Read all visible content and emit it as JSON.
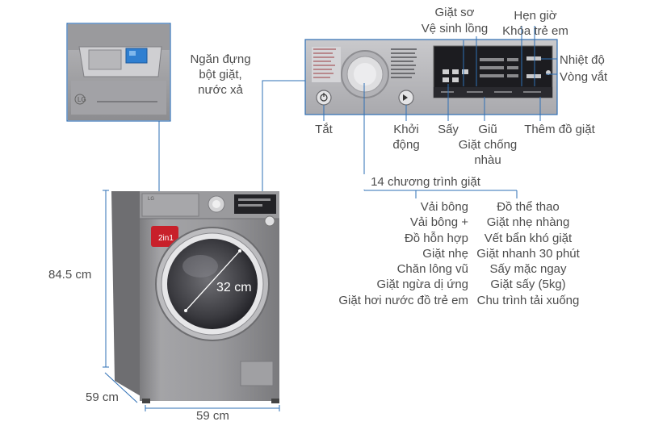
{
  "labels": {
    "detergent_drawer": [
      "Ngăn đựng",
      "bột giặt,",
      "nước xả"
    ],
    "prewash": "Giặt sơ",
    "tub_clean": "Vệ sinh lồng",
    "timer": "Hẹn giờ",
    "child_lock": "Khóa trẻ em",
    "temperature": "Nhiệt độ",
    "spin": "Vòng vắt",
    "off": "Tắt",
    "start": [
      "Khởi",
      "động"
    ],
    "dry": "Sấy",
    "keep_wrinkle": [
      "Giũ",
      "Giặt chống",
      "nhàu"
    ],
    "add_item": "Thêm đồ giặt",
    "programs_title": "14 chương trình giặt"
  },
  "programs_left": [
    "Vải bông",
    "Vải bông +",
    "Đồ hỗn hợp",
    "Giặt nhẹ",
    "Chăn lông vũ",
    "Giặt ngừa dị ứng",
    "Giặt hơi nước đồ trẻ em"
  ],
  "programs_right": [
    "Đồ thể thao",
    "Giặt nhẹ nhàng",
    "Vết bẩn khó giặt",
    "Giặt nhanh 30 phút",
    "Sấy mặc ngay",
    "Giặt sấy (5kg)",
    "Chu trình tải xuống"
  ],
  "dimensions": {
    "height": "84.5 cm",
    "depth": "59 cm",
    "width": "59 cm",
    "door": "32 cm"
  },
  "colors": {
    "callout_blue": "#2e6fb5",
    "body_silver": "#8e8e90",
    "badge_red": "#c8202a"
  }
}
